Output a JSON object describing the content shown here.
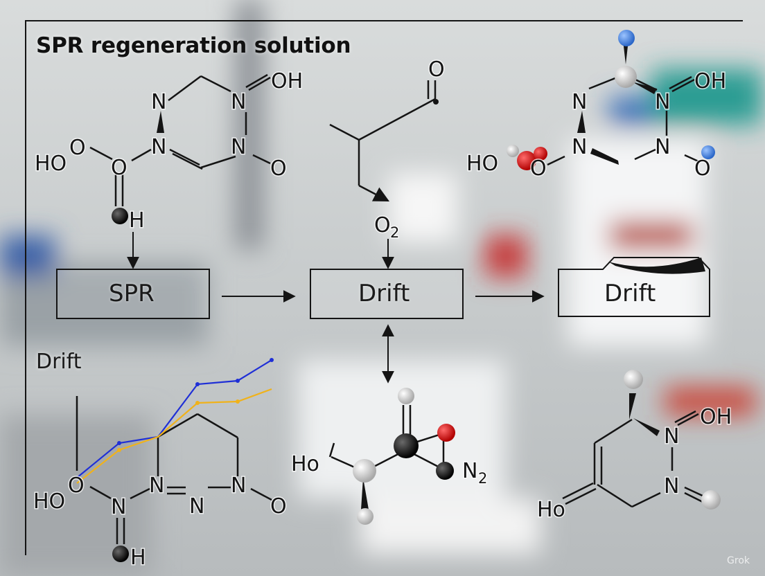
{
  "title": "SPR regeneration solution",
  "boxes": {
    "spr": "SPR",
    "drift_center": "Drift",
    "drift_right": "Drift"
  },
  "side_label": "Drift",
  "atoms": {
    "N": "N",
    "O": "O",
    "OH": "OH",
    "HO": "HO",
    "Ho": "Ho",
    "H": "H",
    "O2": "O",
    "O2_sub": "2",
    "N2": "N",
    "N2_sub": "2"
  },
  "watermark": "Grok",
  "colors": {
    "ink": "#141414",
    "series_blue": "#1f2fd6",
    "series_yellow": "#f0b21a",
    "atom_blue": "#3d7fe0",
    "atom_red": "#e01010"
  }
}
